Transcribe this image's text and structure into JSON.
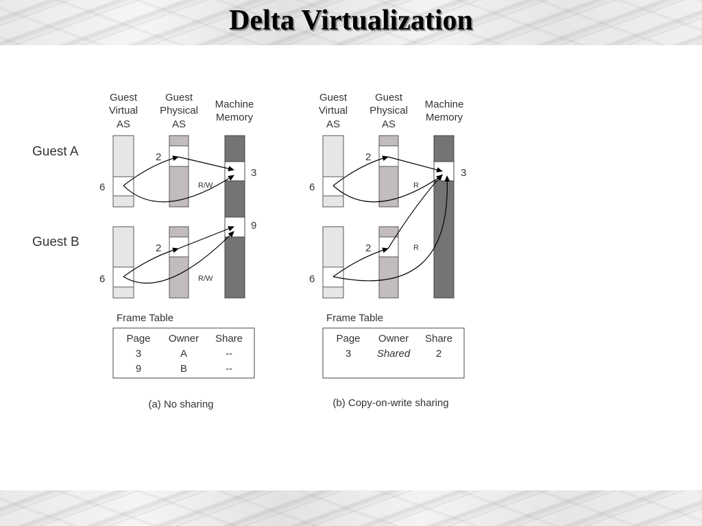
{
  "slide": {
    "title": "Delta Virtualization"
  },
  "diagram": {
    "column_headers": {
      "guest_virtual": [
        "Guest",
        "Virtual",
        "AS"
      ],
      "guest_physical": [
        "Guest",
        "Physical",
        "AS"
      ],
      "machine_memory": [
        "Machine",
        "Memory"
      ]
    },
    "row_labels": {
      "guest_a": "Guest A",
      "guest_b": "Guest B"
    },
    "panel_a": {
      "guest_a_virtual_page": "6",
      "guest_a_physical_page": "2",
      "guest_a_machine_page": "3",
      "guest_a_permission": "R/W",
      "guest_b_virtual_page": "6",
      "guest_b_physical_page": "2",
      "guest_b_machine_page": "9",
      "guest_b_permission": "R/W",
      "frame_table_label": "Frame Table",
      "frame_table_headers": [
        "Page",
        "Owner",
        "Share"
      ],
      "frame_table_rows": [
        [
          "3",
          "A",
          "--"
        ],
        [
          "9",
          "B",
          "--"
        ]
      ],
      "caption": "(a) No sharing"
    },
    "panel_b": {
      "guest_a_virtual_page": "6",
      "guest_a_physical_page": "2",
      "guest_a_machine_page": "3",
      "guest_a_permission": "R",
      "guest_b_virtual_page": "6",
      "guest_b_physical_page": "2",
      "guest_b_permission": "R",
      "frame_table_label": "Frame Table",
      "frame_table_headers": [
        "Page",
        "Owner",
        "Share"
      ],
      "frame_table_rows": [
        [
          "3",
          "Shared",
          "2"
        ]
      ],
      "caption": "(b) Copy-on-write sharing"
    }
  },
  "colors": {
    "virtual_fill": "#e6e6e6",
    "physical_fill": "#c3bcbc",
    "machine_fill": "#747474"
  }
}
